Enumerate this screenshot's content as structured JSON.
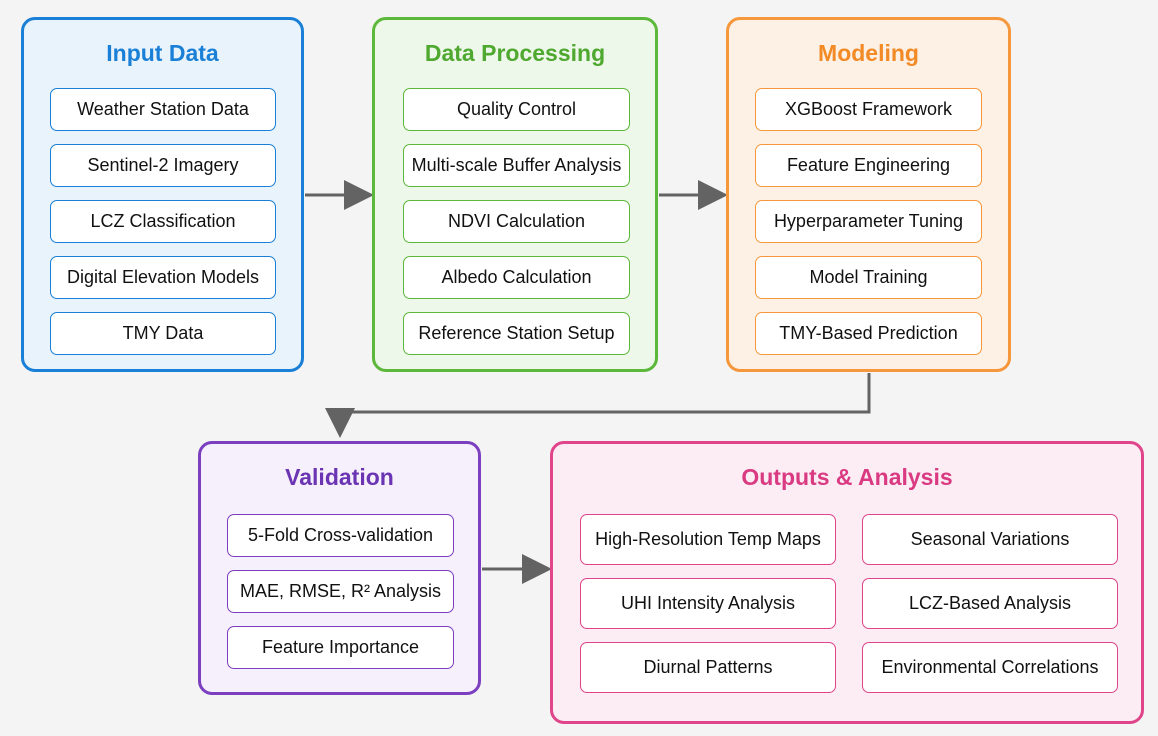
{
  "colors": {
    "input": {
      "border": "#1a7fd6",
      "bg": "#e8f3fc",
      "title": "#1a7fd6"
    },
    "processing": {
      "border": "#5cb83a",
      "bg": "#eef8ea",
      "title": "#4fa82f"
    },
    "modeling": {
      "border": "#f5973a",
      "bg": "#fdf0e5",
      "title": "#f28a26"
    },
    "validation": {
      "border": "#7b3fc0",
      "bg": "#f6effc",
      "title": "#6a34b3"
    },
    "outputs": {
      "border": "#e0448a",
      "bg": "#fcedf4",
      "title": "#d93a82"
    },
    "arrow": "#636363"
  },
  "panels": {
    "input": {
      "title": "Input Data",
      "items": [
        "Weather Station Data",
        "Sentinel-2 Imagery",
        "LCZ Classification",
        "Digital Elevation Models",
        "TMY Data"
      ]
    },
    "processing": {
      "title": "Data Processing",
      "items": [
        "Quality Control",
        "Multi-scale Buffer Analysis",
        "NDVI Calculation",
        "Albedo Calculation",
        "Reference Station Setup"
      ]
    },
    "modeling": {
      "title": "Modeling",
      "items": [
        "XGBoost Framework",
        "Feature Engineering",
        "Hyperparameter Tuning",
        "Model Training",
        "TMY-Based Prediction"
      ]
    },
    "validation": {
      "title": "Validation",
      "items": [
        "5-Fold Cross-validation",
        "MAE, RMSE, R² Analysis",
        "Feature Importance"
      ]
    },
    "outputs": {
      "title": "Outputs & Analysis",
      "items": [
        "High-Resolution Temp Maps",
        "Seasonal Variations",
        "UHI Intensity Analysis",
        "LCZ-Based Analysis",
        "Diurnal Patterns",
        "Environmental Correlations"
      ]
    }
  }
}
